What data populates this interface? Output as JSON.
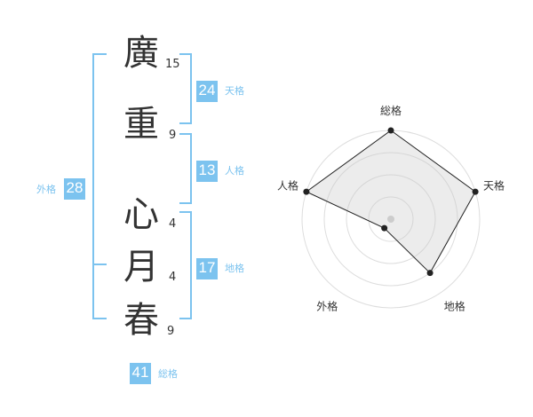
{
  "name": {
    "characters": [
      {
        "char": "廣",
        "strokes": "15"
      },
      {
        "char": "重",
        "strokes": "9"
      },
      {
        "char": "心",
        "strokes": "4"
      },
      {
        "char": "月",
        "strokes": "4"
      },
      {
        "char": "春",
        "strokes": "9"
      }
    ]
  },
  "fortune": {
    "tenkaku": {
      "value": "24",
      "label": "天格"
    },
    "jinkaku": {
      "value": "13",
      "label": "人格"
    },
    "chikaku": {
      "value": "17",
      "label": "地格"
    },
    "gaikaku": {
      "value": "28",
      "label": "外格"
    },
    "soukaku": {
      "value": "41",
      "label": "総格"
    }
  },
  "colors": {
    "accent": "#7cc3ef",
    "text": "#333333",
    "radar_fill": "#eeeeee",
    "radar_grid": "#dddddd"
  },
  "chart_data": {
    "type": "radar",
    "axes": [
      "総格",
      "天格",
      "地格",
      "外格",
      "人格"
    ],
    "values": [
      4,
      4,
      3,
      0.5,
      4
    ],
    "max": 4,
    "grid_rings": 4
  }
}
